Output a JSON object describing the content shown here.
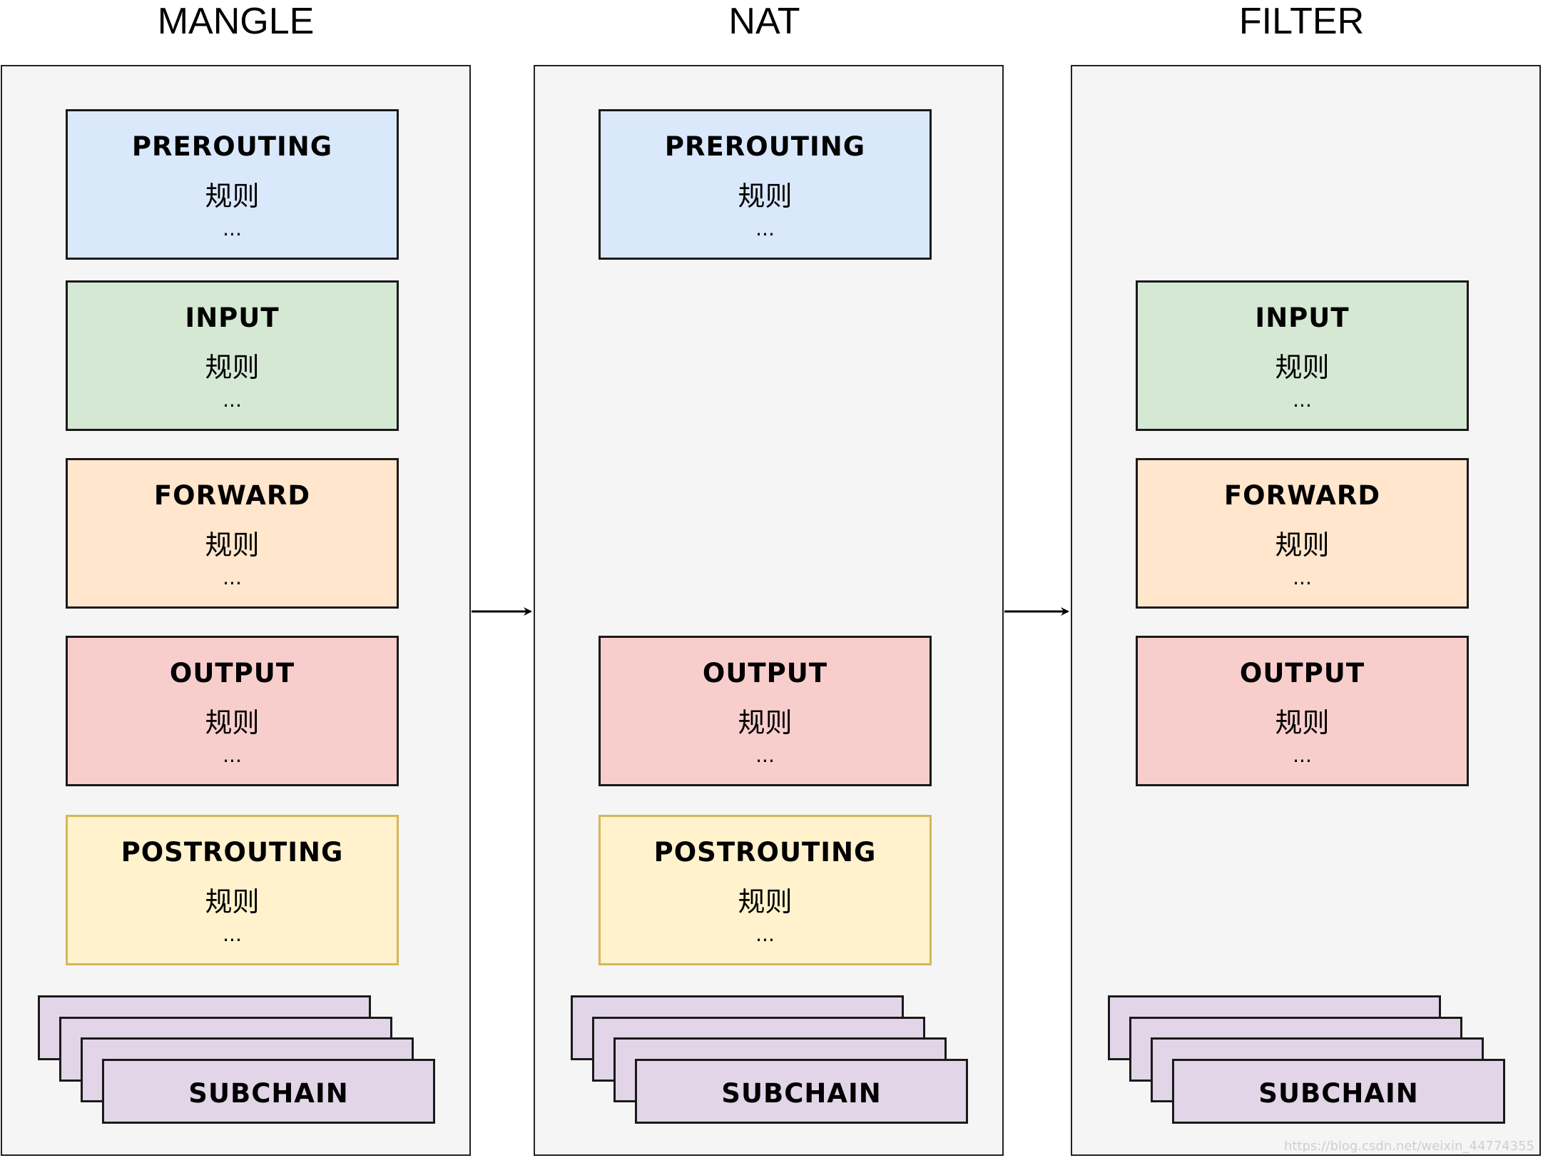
{
  "tables": [
    {
      "title": "MANGLE",
      "chains": [
        {
          "name": "PREROUTING",
          "rule": "规则",
          "dots": "...",
          "kind": "prerouting"
        },
        {
          "name": "INPUT",
          "rule": "规则",
          "dots": "...",
          "kind": "input"
        },
        {
          "name": "FORWARD",
          "rule": "规则",
          "dots": "...",
          "kind": "forward"
        },
        {
          "name": "OUTPUT",
          "rule": "规则",
          "dots": "...",
          "kind": "output"
        },
        {
          "name": "POSTROUTING",
          "rule": "规则",
          "dots": "...",
          "kind": "postrouting"
        }
      ],
      "subchain": "SUBCHAIN"
    },
    {
      "title": "NAT",
      "chains": [
        {
          "name": "PREROUTING",
          "rule": "规则",
          "dots": "...",
          "kind": "prerouting"
        },
        {
          "name": "OUTPUT",
          "rule": "规则",
          "dots": "...",
          "kind": "output"
        },
        {
          "name": "POSTROUTING",
          "rule": "规则",
          "dots": "...",
          "kind": "postrouting"
        }
      ],
      "subchain": "SUBCHAIN"
    },
    {
      "title": "FILTER",
      "chains": [
        {
          "name": "INPUT",
          "rule": "规则",
          "dots": "...",
          "kind": "input"
        },
        {
          "name": "FORWARD",
          "rule": "规则",
          "dots": "...",
          "kind": "forward"
        },
        {
          "name": "OUTPUT",
          "rule": "规则",
          "dots": "...",
          "kind": "output"
        }
      ],
      "subchain": "SUBCHAIN"
    }
  ],
  "colors": {
    "prerouting": "#dae8fc",
    "input": "#d5e8d4",
    "forward": "#ffe6cc",
    "output": "#f8cecc",
    "postrouting": "#fff2cc",
    "subchain": "#e1d5e7",
    "table_bg": "#f5f5f5"
  },
  "watermark": "https://blog.csdn.net/weixin_44774355"
}
